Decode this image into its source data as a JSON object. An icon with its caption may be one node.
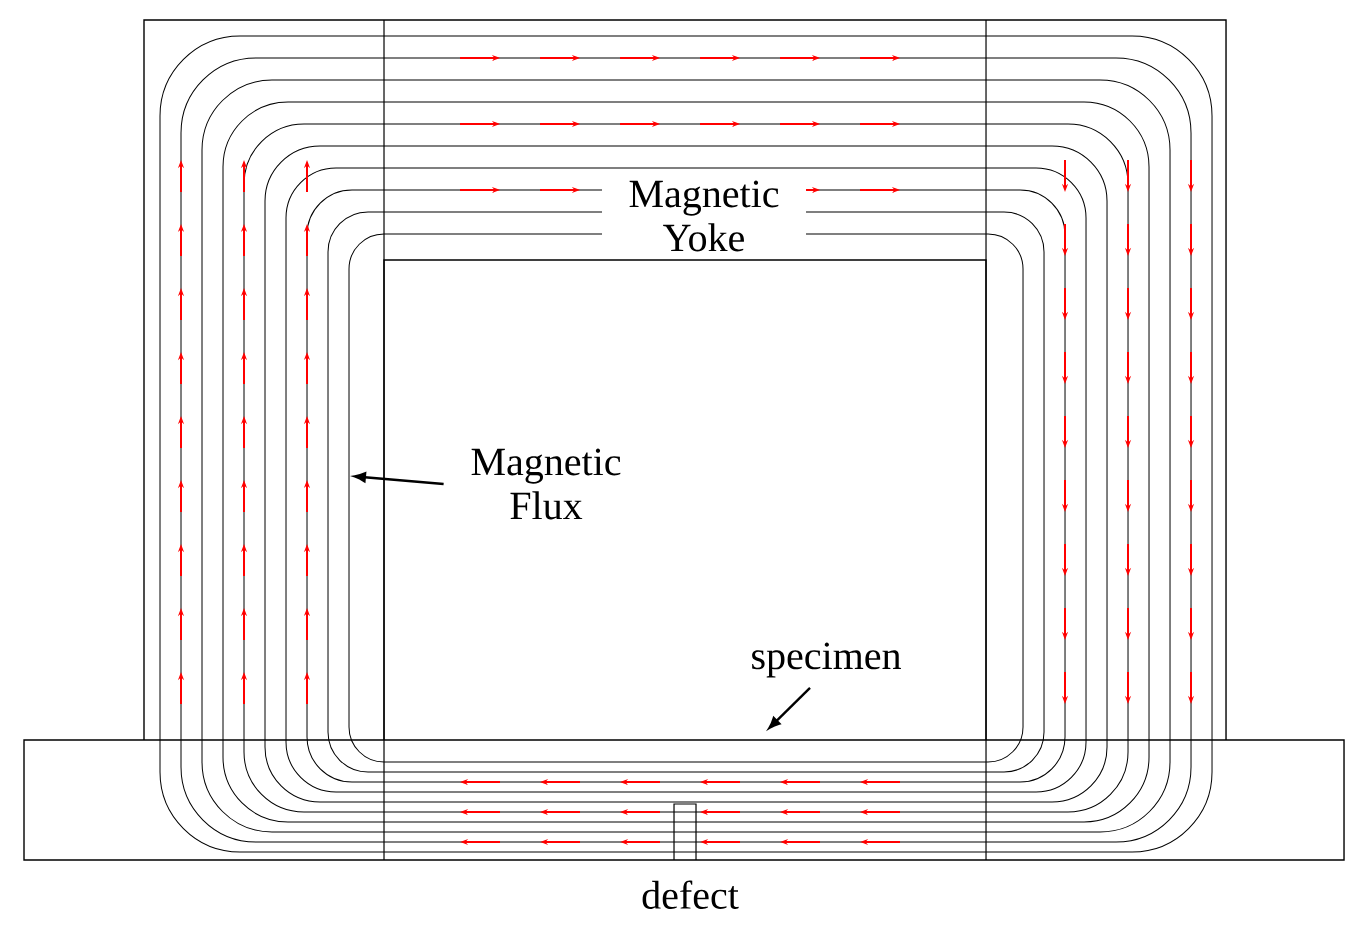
{
  "diagram": {
    "nodes": [
      {
        "text": [
          "Magnetic Flux"
        ]
      },
      {
        "text": [
          "specimen"
        ]
      },
      {
        "text": [],
        "shape": "bar",
        "beside": [
          "defect"
        ]
      }
    ],
    "edges": [
      {
        "from": 0,
        "to": null,
        "arrow": "to"
      },
      {
        "from": 1,
        "to": 2,
        "arrow": "to"
      }
    ],
    "labels": [
      "Magnetic Yoke"
    ]
  }
}
